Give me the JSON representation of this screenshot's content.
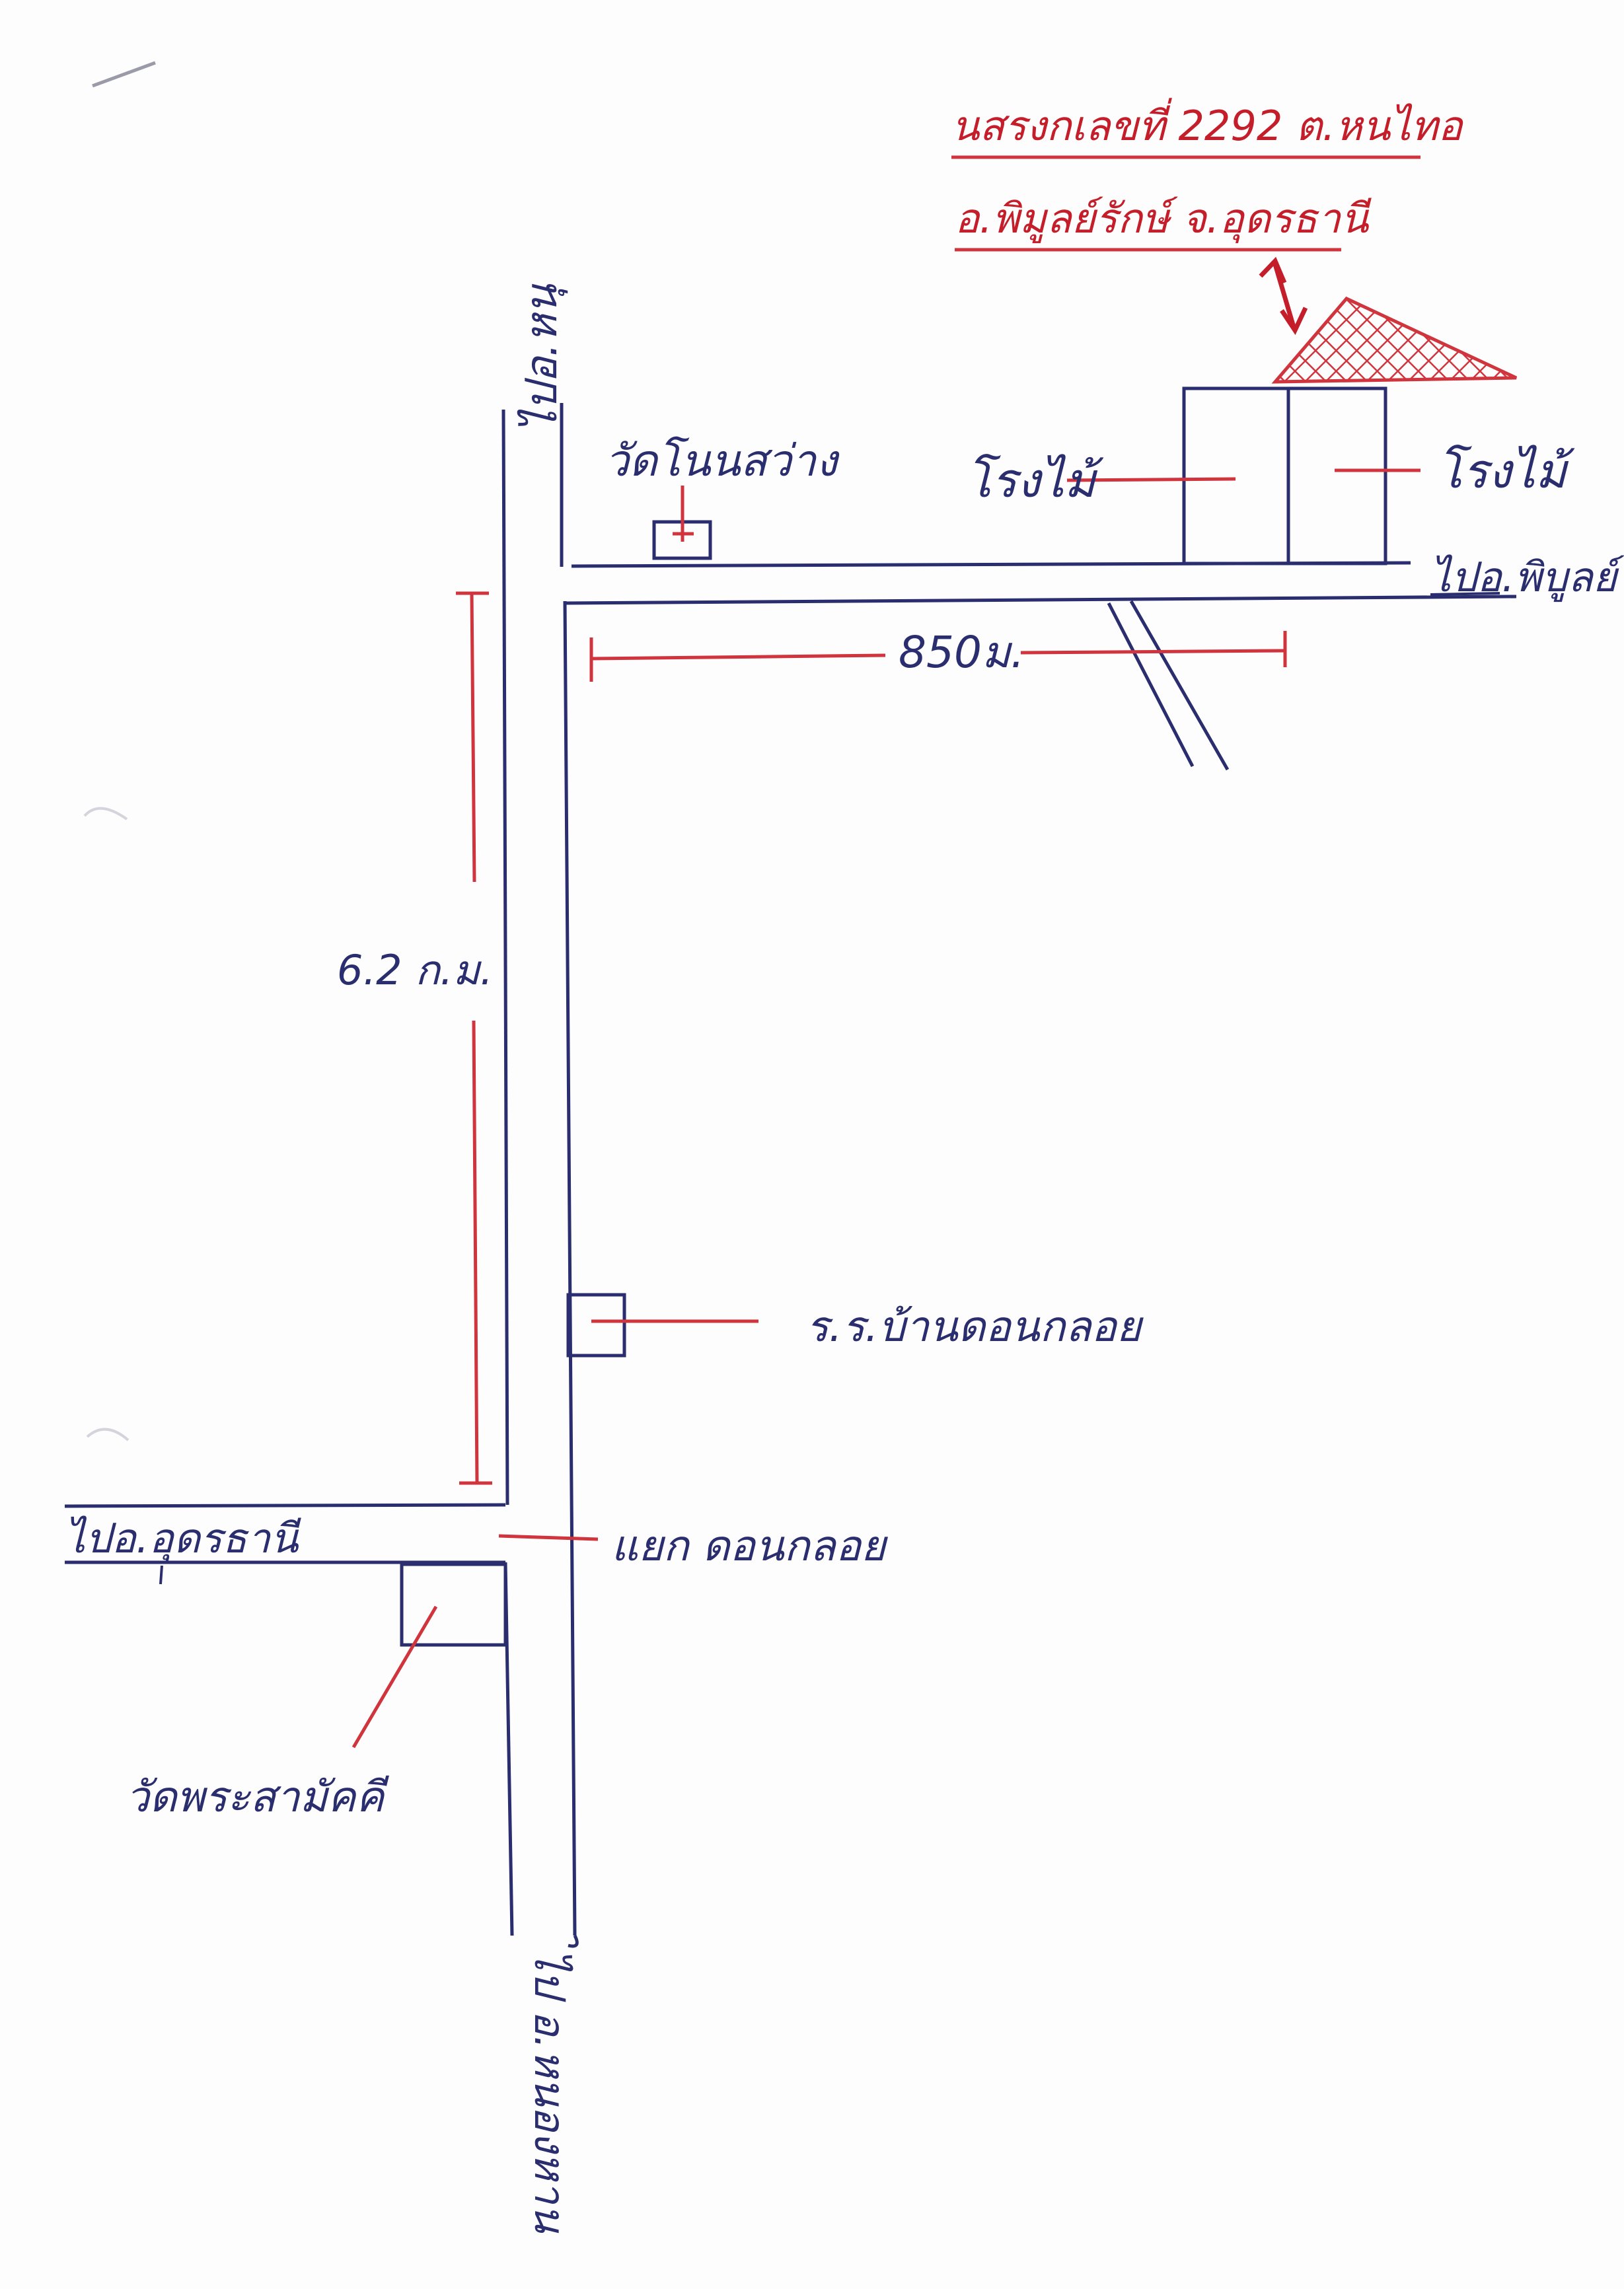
{
  "title": {
    "line1": "นสรงกเลขที่ 2292 ต.หนไทอ",
    "line2": "อ.พิมูลย์รักษ์ จ.อุดรธานี",
    "color": "#c41e2a"
  },
  "colors": {
    "ink_blue": "#2a2d6e",
    "ink_red": "#d0343c",
    "paper": "#fdfdfe"
  },
  "roads": {
    "to_nong_han": "ไปอ.หนุ",
    "to_phibun_rak": "ไปอ.พิบูลย์",
    "to_udon": "ไปอ.อุดรธานี",
    "to_nong_khai": "ไป อ.หนองหาน"
  },
  "landmarks": {
    "wat_non_sawang": "วัดโนนสว่าง",
    "school": "ร.ร.บ้านดอนกลอย",
    "junction": "แยก ดอนกลอย",
    "wat_phra": "วัดพระสามัคคี",
    "warehouse_left": "โรงไม้",
    "warehouse_right": "โรงไม้"
  },
  "distances": {
    "horizontal": "850ม.",
    "vertical": "6.2 ก.ม."
  },
  "icons": {
    "target_site": "hatched-triangle-icon",
    "pointer": "double-arrow-icon"
  }
}
